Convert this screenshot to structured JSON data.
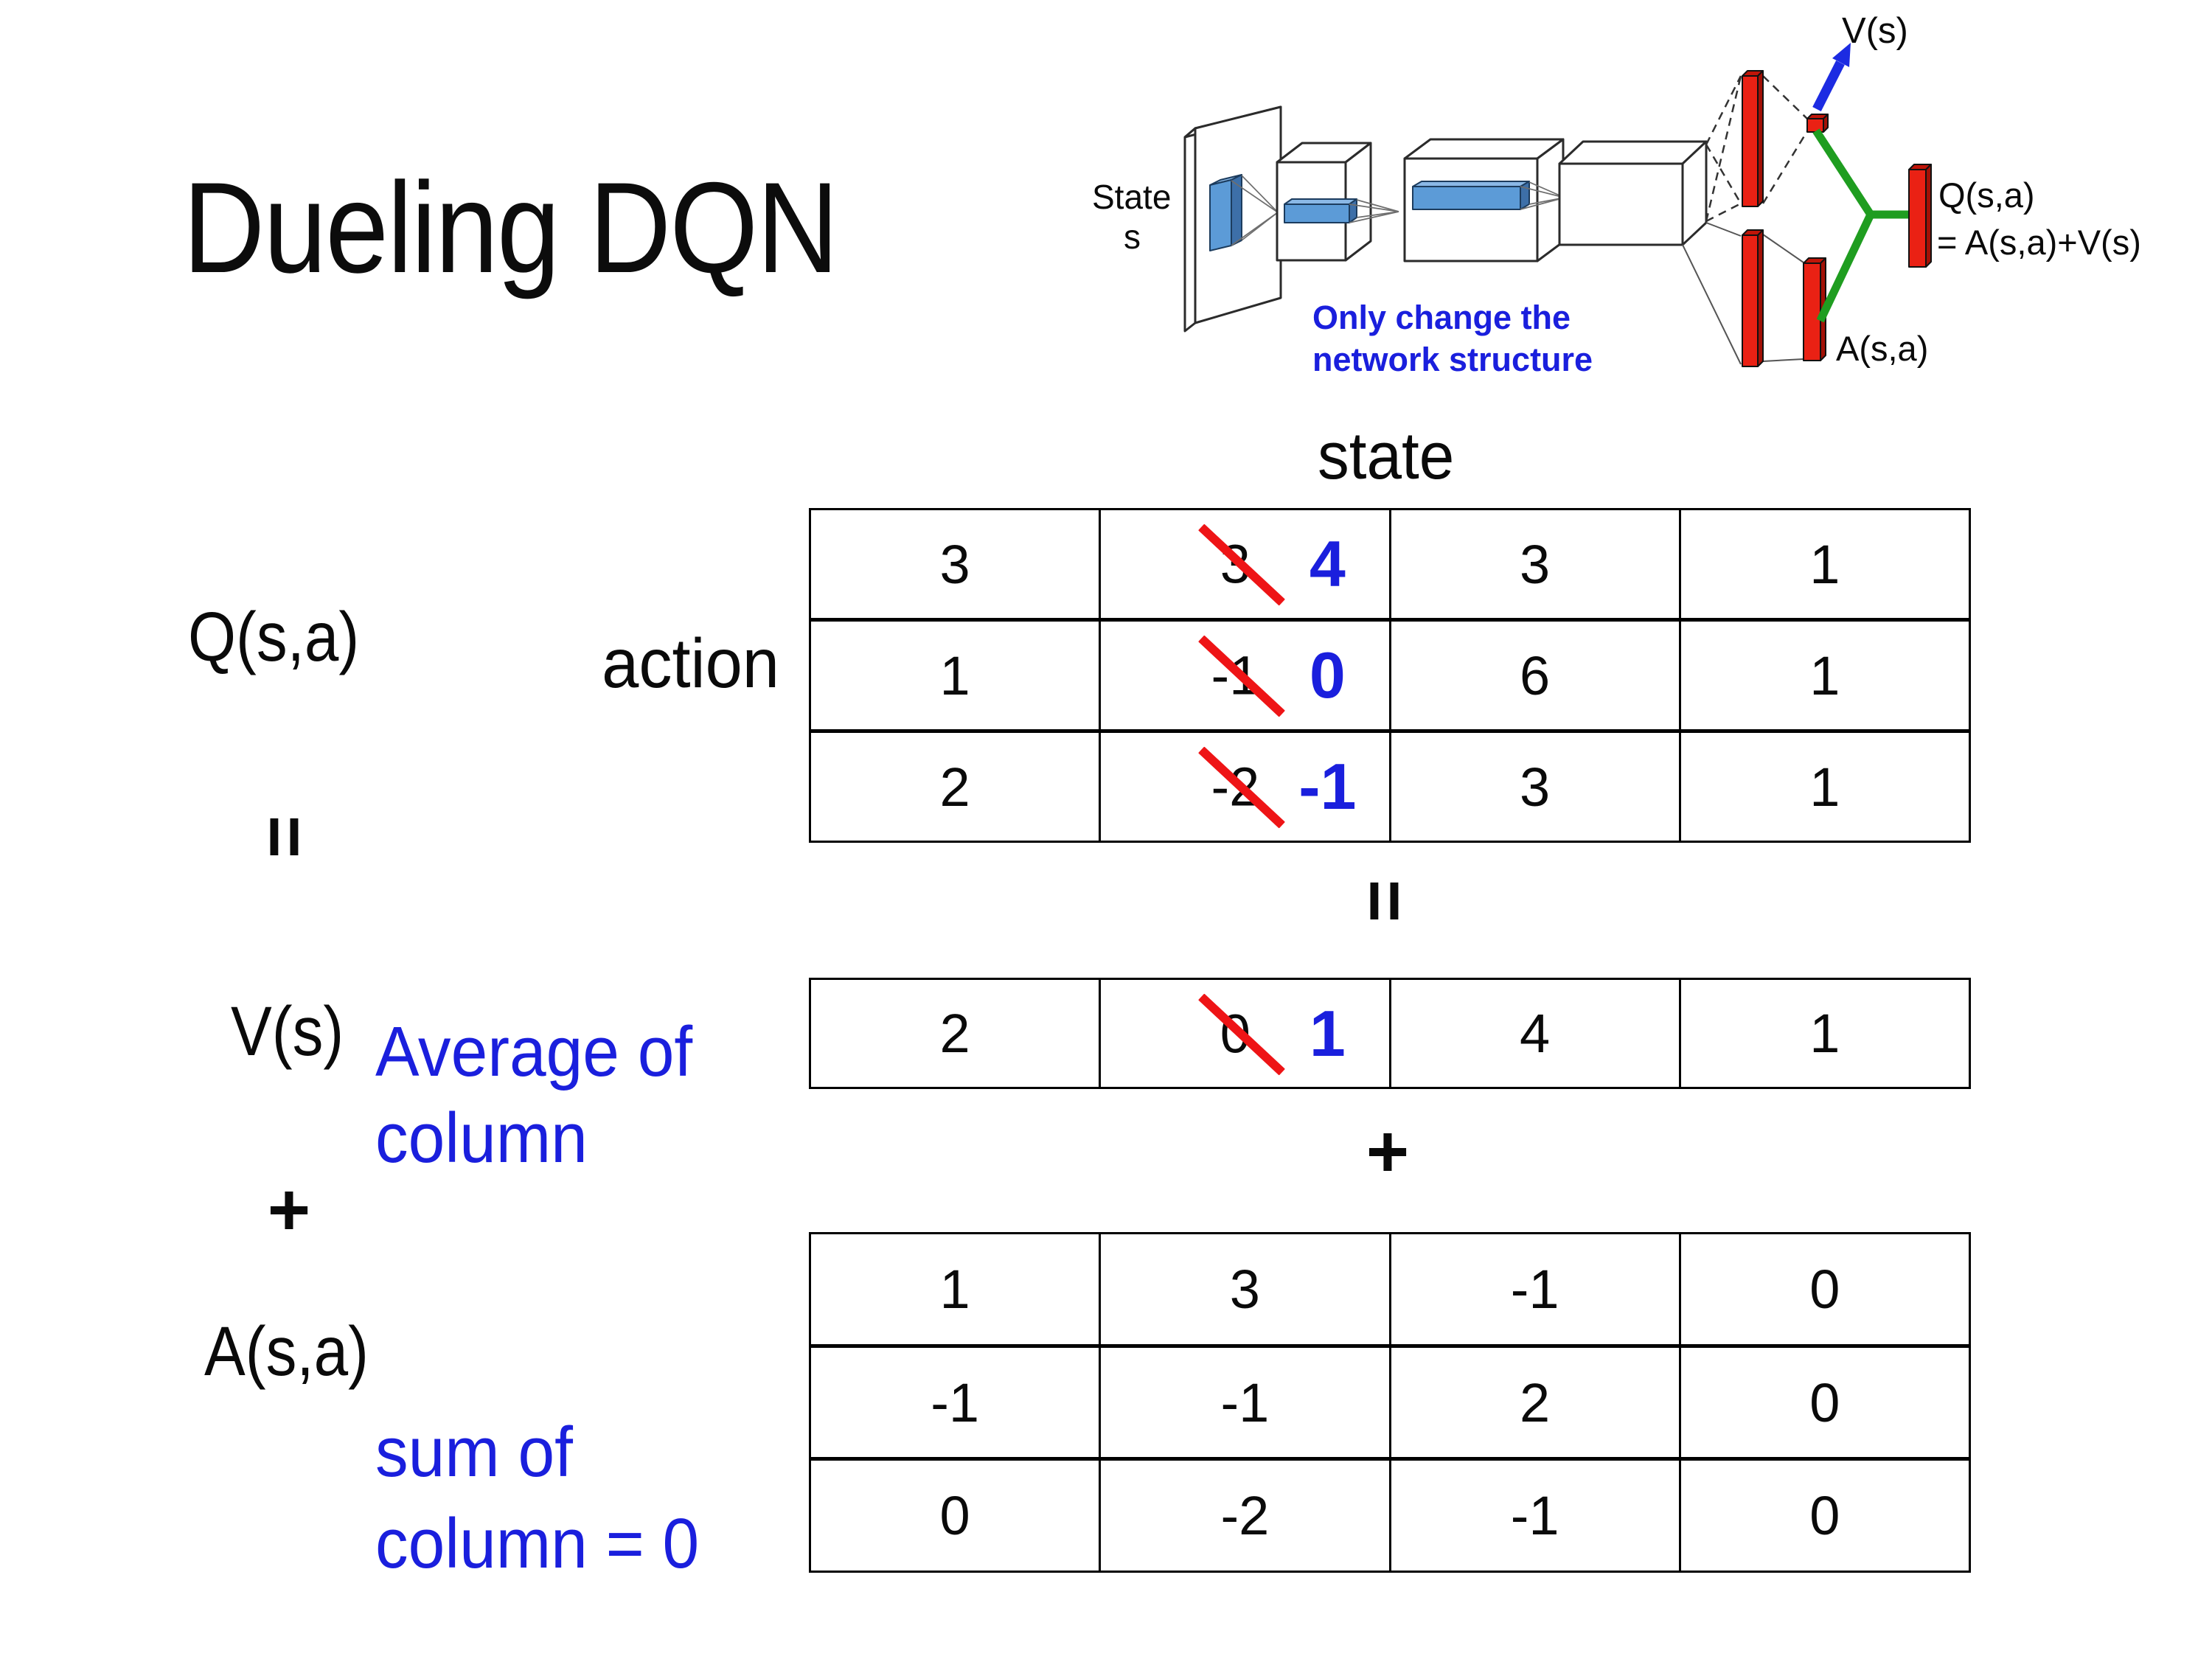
{
  "title": "Dueling DQN",
  "colors": {
    "text_black": "#0a0a0a",
    "note_blue": "#1A1FDD",
    "new_value_blue": "#1A1FDD",
    "strike_red": "#EE1416",
    "bar_red_face": "#EA2114",
    "bar_red_top": "#C01508",
    "bar_red_side": "#A31106",
    "green_merge": "#1F9D20",
    "arrow_blue": "#1C2BE2",
    "conv_blue_face": "#5C9BD7",
    "conv_blue_top": "#8AB8E6",
    "conv_blue_side": "#3D6FA8"
  },
  "diagram": {
    "state_label_line1": "State",
    "state_label_line2": "s",
    "v_out_label": "V(s)",
    "q_out_label_line1": "Q(s,a)",
    "q_out_label_line2": "= A(s,a)+V(s)",
    "a_out_label": "A(s,a)",
    "note_line1": "Only change the",
    "note_line2": "network structure"
  },
  "equation": {
    "state_header": "state",
    "action_header": "action",
    "q_label": "Q(s,a)",
    "equals_left": "=",
    "equals_center": "=",
    "v_label": "V(s)",
    "avg_note_line1": "Average of",
    "avg_note_line2": "column",
    "plus_left": "+",
    "plus_center": "+",
    "a_label": "A(s,a)",
    "sum_note_line1": "sum of",
    "sum_note_line2": "column = 0"
  },
  "tables": {
    "q": {
      "rows": [
        [
          {
            "v": "3"
          },
          {
            "old": "3",
            "new": "4"
          },
          {
            "v": "3"
          },
          {
            "v": "1"
          }
        ],
        [
          {
            "v": "1"
          },
          {
            "old": "-1",
            "new": "0"
          },
          {
            "v": "6"
          },
          {
            "v": "1"
          }
        ],
        [
          {
            "v": "2"
          },
          {
            "old": "-2",
            "new": "-1"
          },
          {
            "v": "3"
          },
          {
            "v": "1"
          }
        ]
      ]
    },
    "v": {
      "rows": [
        [
          {
            "v": "2"
          },
          {
            "old": "0",
            "new": "1"
          },
          {
            "v": "4"
          },
          {
            "v": "1"
          }
        ]
      ]
    },
    "a": {
      "rows": [
        [
          {
            "v": "1"
          },
          {
            "v": "3"
          },
          {
            "v": "-1"
          },
          {
            "v": "0"
          }
        ],
        [
          {
            "v": "-1"
          },
          {
            "v": "-1"
          },
          {
            "v": "2"
          },
          {
            "v": "0"
          }
        ],
        [
          {
            "v": "0"
          },
          {
            "v": "-2"
          },
          {
            "v": "-1"
          },
          {
            "v": "0"
          }
        ]
      ]
    }
  }
}
